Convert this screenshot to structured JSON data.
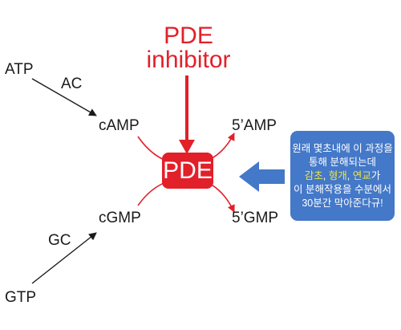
{
  "labels": {
    "atp": "ATP",
    "ac": "AC",
    "camp": "cAMP",
    "five_amp": "5’AMP",
    "cgmp": "cGMP",
    "five_gmp": "5’GMP",
    "gc": "GC",
    "gtp": "GTP"
  },
  "inhibitor": {
    "line1": "PDE",
    "line2": "inhibitor"
  },
  "pde_label": "PDE",
  "note": {
    "line1": "원래 몇초내에 이 과정을",
    "line2": "통해 분해되는데",
    "herb1": "감초",
    "sep1": ", ",
    "herb2": "형개",
    "sep2": ", ",
    "herb3": "연교",
    "line3_suffix": "가",
    "line4": "이 분해작용을 수분에서",
    "line5": "30분간 막아준다규!"
  },
  "colors": {
    "red": "#e2202a",
    "blue": "#4478c8",
    "herb_yellow": "#f4e63c",
    "text": "#1a1a1a"
  }
}
